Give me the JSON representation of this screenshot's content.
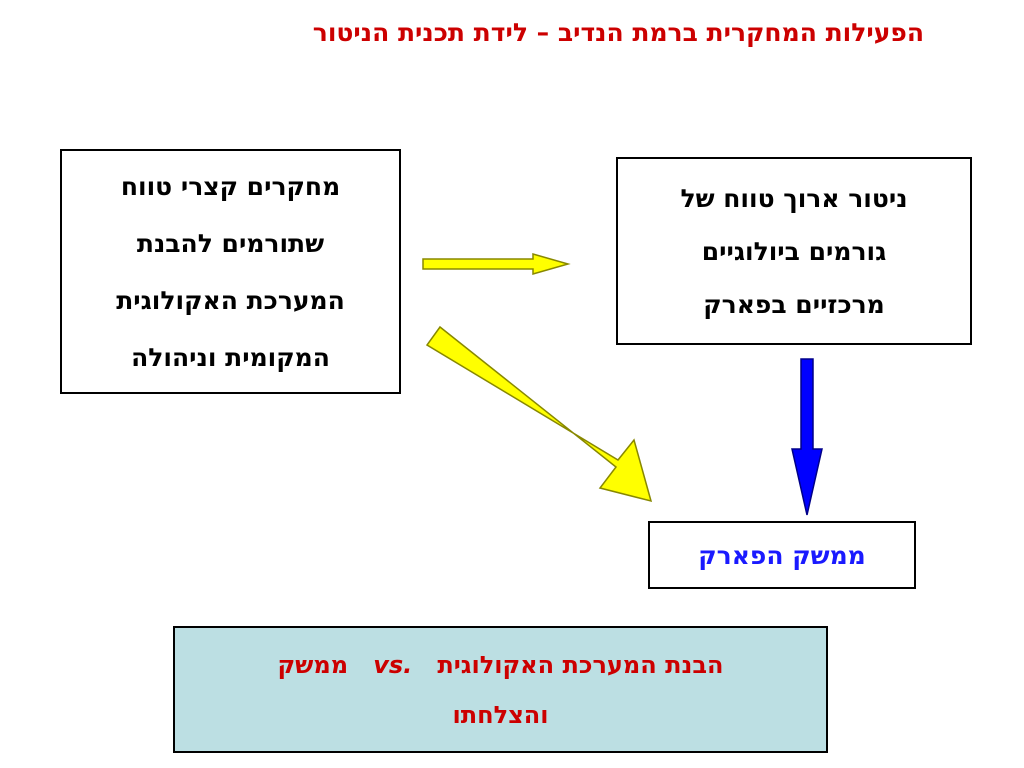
{
  "title": "הפעילות המחקרית ברמת הנדיב – לידת תכנית הניטור",
  "left_box": {
    "lines": [
      "מחקרים קצרי טווח",
      "שתורמים להבנת",
      "המערכת האקולוגית",
      "המקומית וניהולה"
    ]
  },
  "right_box": {
    "lines": [
      "ניטור ארוך טווח של",
      "גורמים ביולוגיים",
      "מרכזיים בפארק"
    ]
  },
  "park_box": {
    "label": "ממשק הפארק"
  },
  "bottom_box": {
    "line1_part1": "הבנת המערכת האקולוגית",
    "vs": "vs.",
    "line1_part2": "ממשק",
    "line2": "והצלחתו"
  },
  "colors": {
    "title": "#cc0000",
    "yellow_arrow": "#ffff00",
    "blue_arrow": "#0000ff",
    "park_text": "#1a1aff",
    "bottom_fill": "#bcdfe3"
  }
}
